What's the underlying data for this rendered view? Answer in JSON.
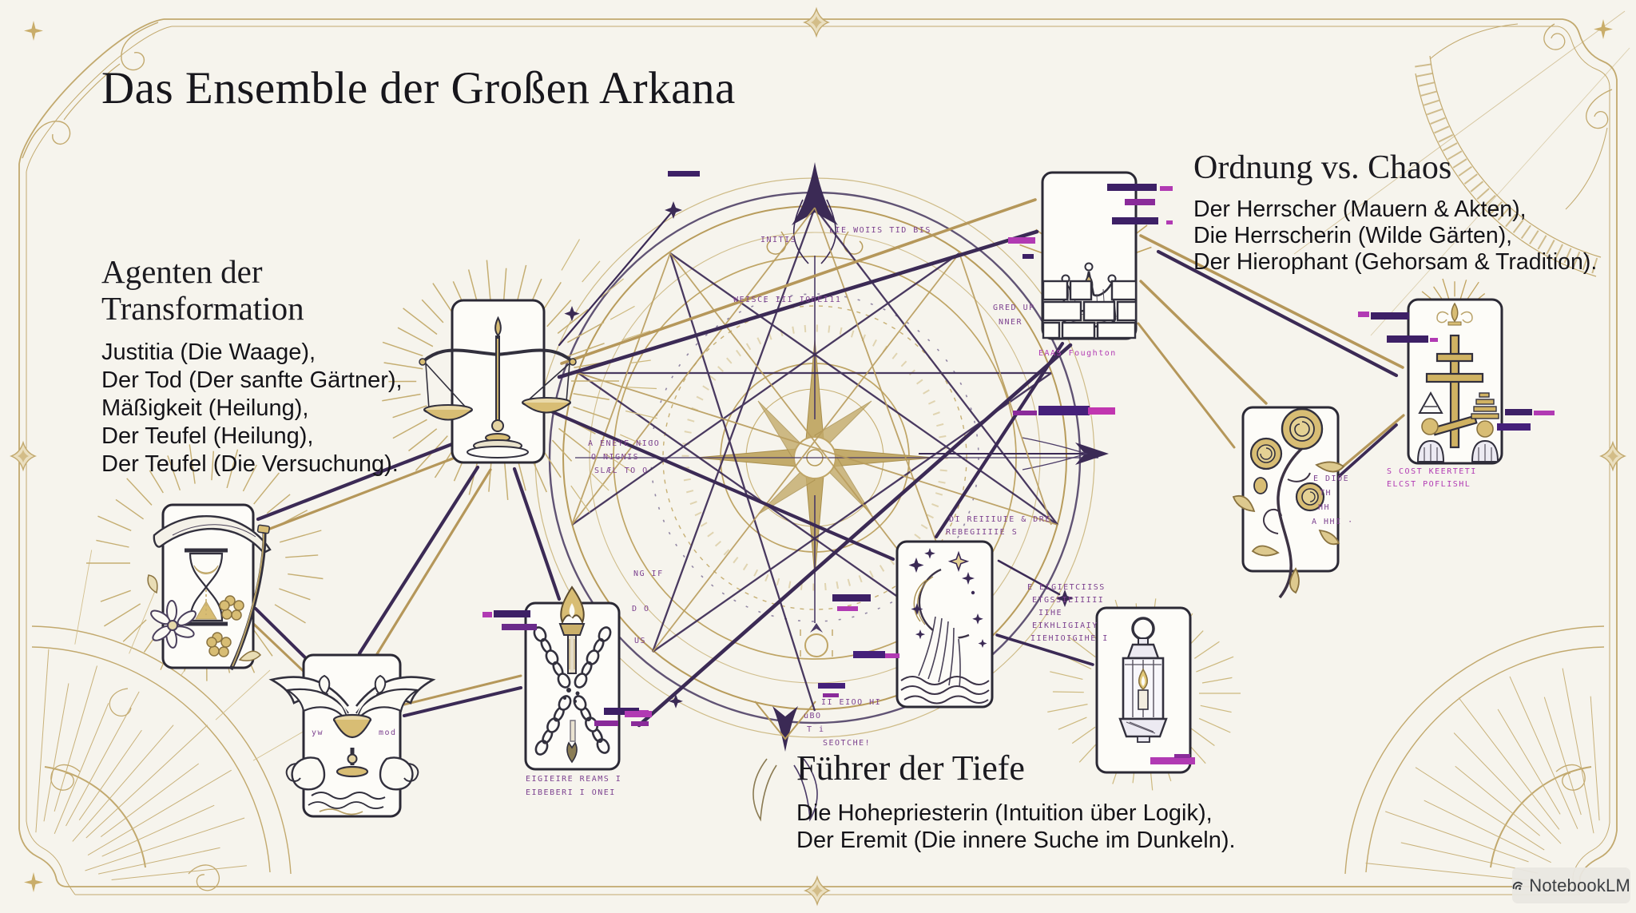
{
  "title": "Das Ensemble der Großen Arkana",
  "groups": {
    "transformation": {
      "heading": "Agenten der\nTransformation",
      "items": [
        "Justitia (Die Waage),",
        "Der Tod (Der sanfte Gärtner),",
        "Mäßigkeit (Heilung),",
        "Der Teufel (Heilung),",
        "Der Teufel (Die Versuchung)."
      ]
    },
    "ordnung": {
      "heading": "Ordnung vs. Chaos",
      "items": [
        "Der Herrscher (Mauern & Akten),",
        "Die Herrscherin (Wilde Gärten),",
        "Der Hierophant (Gehorsam & Tradition)."
      ]
    },
    "tiefe": {
      "heading": "Führer der Tiefe",
      "items": [
        "Die Hohepriesterin (Intuition über Logik),",
        "Der Eremit (Die innere Suche im Dunkeln)."
      ]
    }
  },
  "cards": [
    "justitia-scales",
    "death-scythe-hourglass",
    "temperance-chalice-wings",
    "devil-chains-torch",
    "emperor-crown-bricks",
    "empress-roses",
    "hierophant-cross",
    "high-priestess-moon",
    "hermit-lantern"
  ],
  "glitch": {
    "fragments": [
      {
        "text": "INITIS"
      },
      {
        "text": "LIE WOIIS   TID BIS"
      },
      {
        "text": "WEISCE III   IODEI11"
      },
      {
        "text": "A ENEYE NIGO"
      },
      {
        "text": "O NIGNIS"
      },
      {
        "text": "SLÆL TO O"
      },
      {
        "text": "NG IF"
      },
      {
        "text": "D O"
      },
      {
        "text": "US"
      },
      {
        "text": "DI REIIIUIE & DRE"
      },
      {
        "text": "REBEGIIIIE   S"
      },
      {
        "text": "E EIGIETCIISS"
      },
      {
        "text": "ETGSSIEIIIII"
      },
      {
        "text": "IIHE"
      },
      {
        "text": "EIKHLIGIAIY"
      },
      {
        "text": "IIEHIOIGIHE I"
      },
      {
        "text": "EIGIEIRE REAMS I"
      },
      {
        "text": "EIBEBERI I ONEI"
      },
      {
        "text": "S COST KEERTETI"
      },
      {
        "text": "ELCST POFLISHL"
      },
      {
        "text": "E DIOE"
      },
      {
        "text": "TH"
      },
      {
        "text": "HH"
      },
      {
        "text": "A HHI ·"
      },
      {
        "text": "GRED UP"
      },
      {
        "text": "NNER"
      },
      {
        "text": "EAAS Foughton"
      },
      {
        "text": "II EIOO HI"
      },
      {
        "text": "uBO"
      },
      {
        "text": "T i"
      },
      {
        "text": "SEOTCHE!"
      },
      {
        "text": "yw"
      },
      {
        "text": "mod"
      }
    ]
  },
  "watermark": {
    "label": "NotebookLM"
  },
  "colors": {
    "background": "#f6f4ed",
    "gold": "#b5975a",
    "purple": "#3b2a55",
    "magenta": "#b13ab3",
    "ink": "#1e1d24"
  }
}
